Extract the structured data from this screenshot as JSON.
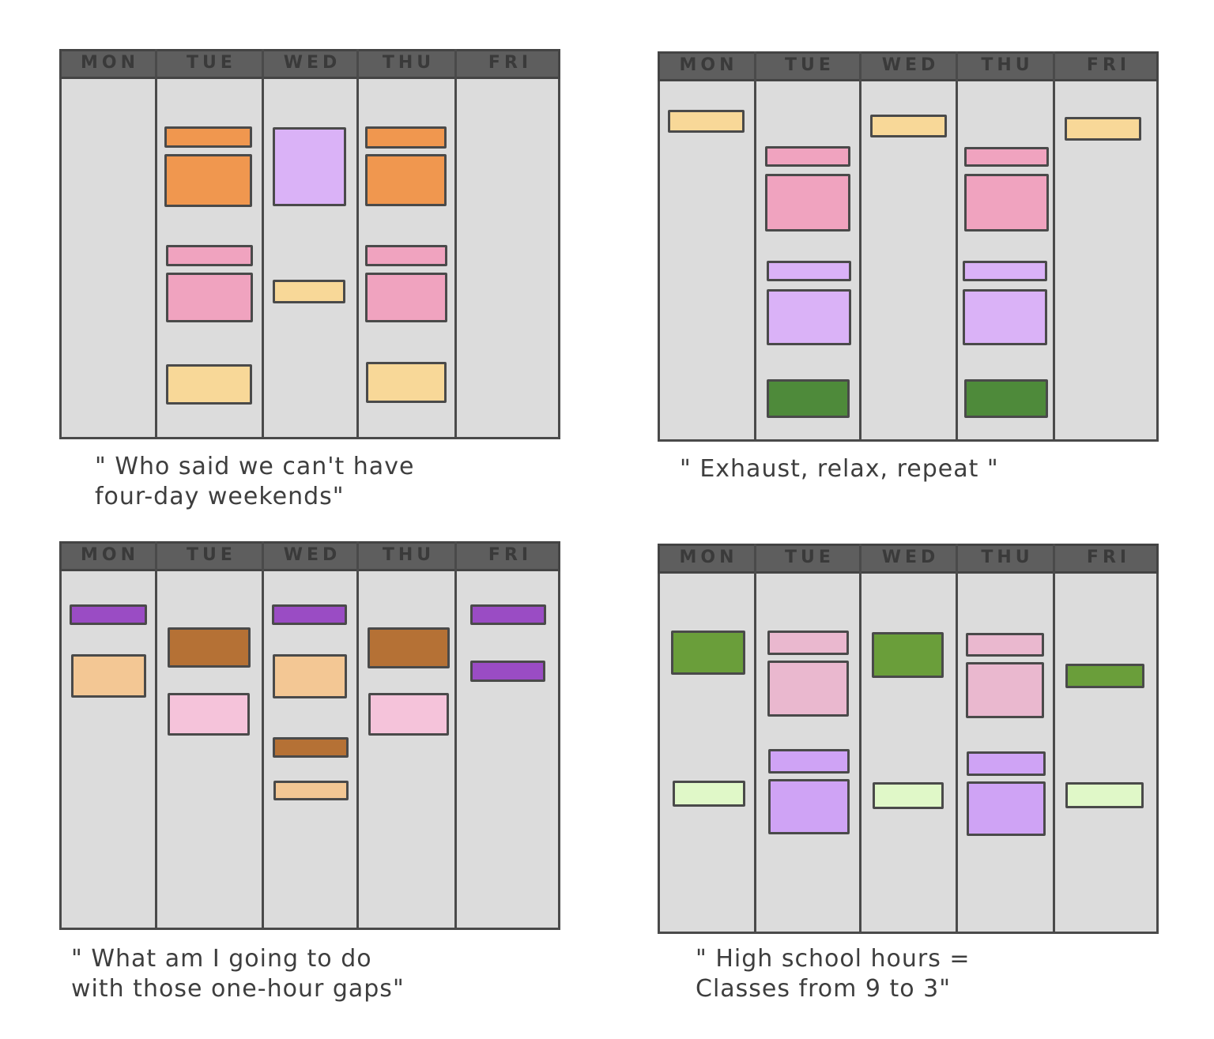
{
  "days": [
    "MON",
    "TUE",
    "WED",
    "THU",
    "FRI"
  ],
  "colors": {
    "orange": "#f0974f",
    "lavender": "#dab2f7",
    "pink": "#f0a3bf",
    "yellow": "#f8d898",
    "green": "#4e8a3a",
    "purple": "#9a4cc4",
    "brown": "#b57135",
    "peach": "#f3c794",
    "lightpink": "#f5c3da",
    "brightgreen": "#6a9e3a",
    "lightgreen": "#e0f8c8",
    "softpink": "#eab8cf",
    "violet": "#cfa3f5",
    "panel": "#dcdcdc",
    "header": "#5e5e5e"
  },
  "schedules": [
    {
      "caption_line1": "\" Who said we can't have",
      "caption_line2": "four-day weekends\""
    },
    {
      "caption_line1": "\" Exhaust, relax, repeat \"",
      "caption_line2": ""
    },
    {
      "caption_line1": "\" What am I going to do",
      "caption_line2": "with those one-hour gaps\""
    },
    {
      "caption_line1": "\" High school hours =",
      "caption_line2": "Classes from 9 to 3\""
    }
  ]
}
